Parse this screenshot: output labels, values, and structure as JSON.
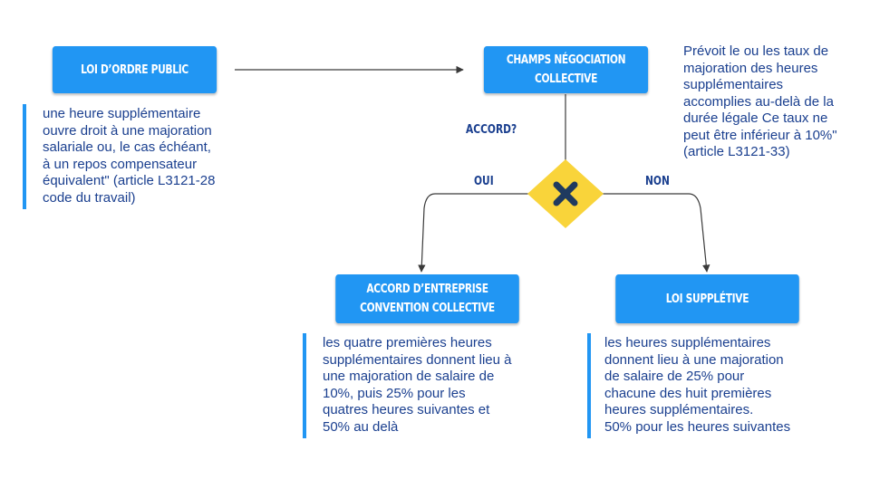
{
  "nodes": {
    "loi_ordre_public": "LOI D’ORDRE PUBLIC",
    "champs_negociation": "CHAMPS NÉGOCIATION\nCOLLECTIVE",
    "accord_entreprise": "ACCORD D’ENTREPRISE\nCONVENTION COLLECTIVE",
    "loi_suppletive": "LOI SUPPLÉTIVE"
  },
  "decision": {
    "question": "ACCORD?",
    "yes": "OUI",
    "no": "NON",
    "icon": "cross-icon",
    "color": "#f9d43a"
  },
  "notes": {
    "ordre_public": "une heure supplémentaire\nouvre droit à une majoration\nsalariale ou, le cas échéant,\nà un repos compensateur\néquivalent\" (article L3121-28\ncode du travail)",
    "negociation": "Prévoit le ou les taux de\nmajoration des heures\nsupplémentaires\naccomplies au-delà de la\ndurée légale Ce taux ne\npeut être inférieur à 10%\"\n(article L3121-33)",
    "accord": "les quatre premières heures\nsupplémentaires donnent lieu à\nune majoration de salaire de\n10%, puis 25%  pour les\nquatres heures suivantes et\n50% au delà",
    "suppletive": "les heures supplémentaires\ndonnent lieu à une majoration\nde salaire de 25% pour\nchacune des huit premières\nheures supplémentaires.\n50% pour les heures suivantes"
  },
  "colors": {
    "box": "#2196f3",
    "text": "#1a3f8f",
    "line": "#3a3a3a"
  }
}
